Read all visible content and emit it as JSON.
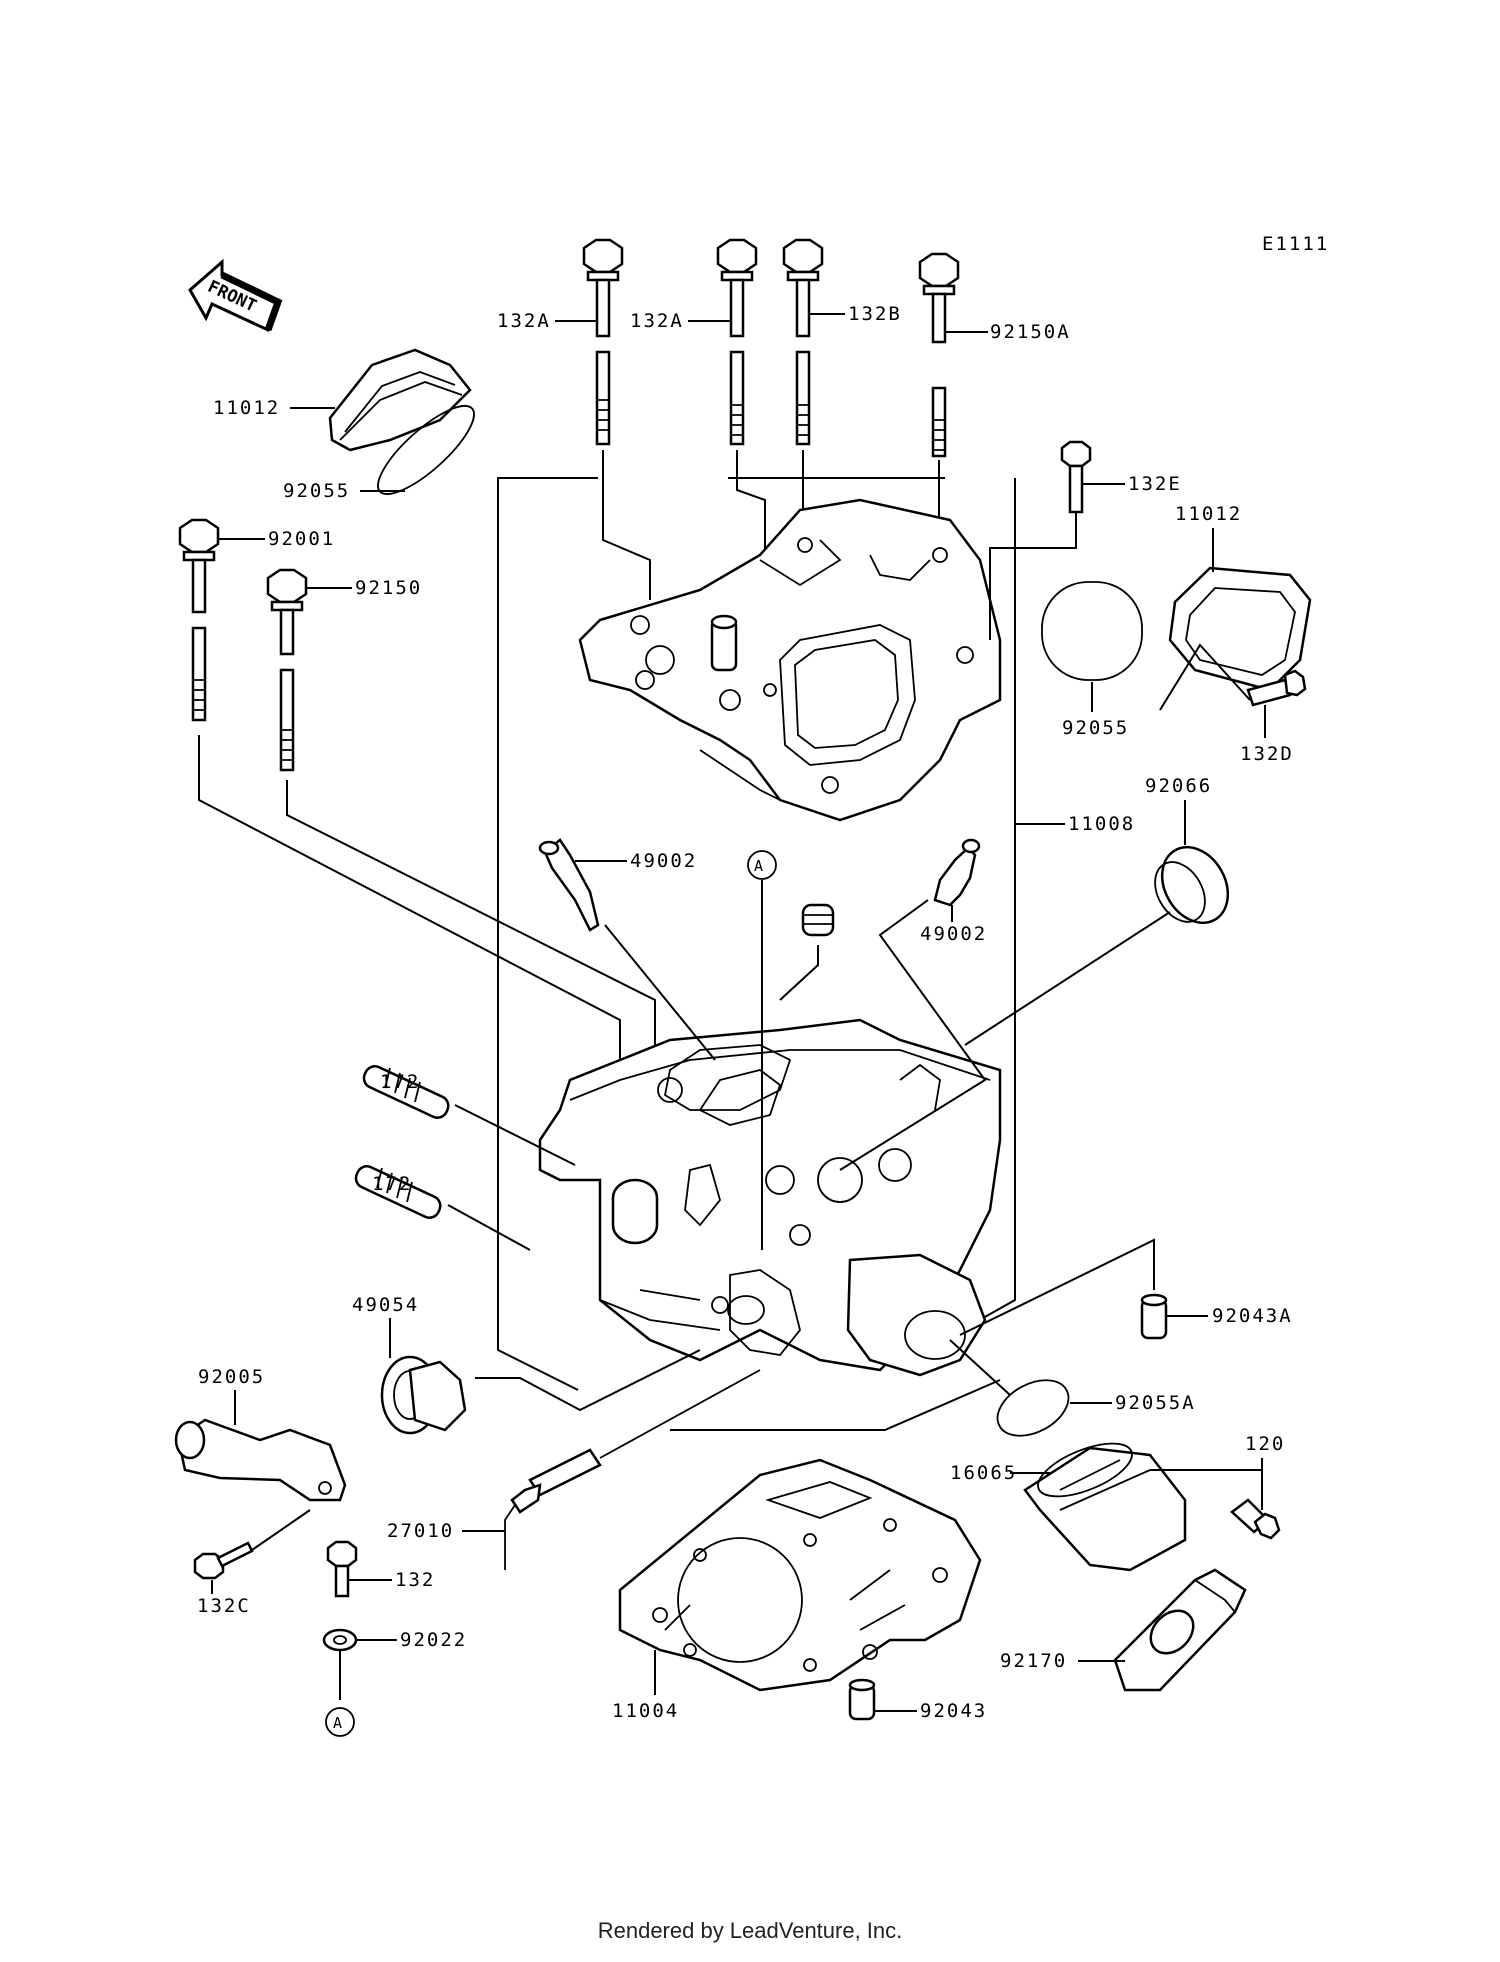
{
  "diagram": {
    "code": "E1111",
    "front_arrow_label": "FRONT",
    "callouts": [
      "132A",
      "132A",
      "132B",
      "92150A",
      "11012",
      "92055",
      "132E",
      "92001",
      "92150",
      "11012",
      "92055",
      "132D",
      "11008",
      "92066",
      "49002",
      "49002",
      "A",
      "172",
      "172",
      "92043A",
      "49054",
      "92005",
      "92055A",
      "120",
      "16065",
      "27010",
      "132C",
      "132",
      "92022",
      "A",
      "11004",
      "92043",
      "92170"
    ]
  },
  "footer": {
    "text": "Rendered by LeadVenture, Inc."
  }
}
